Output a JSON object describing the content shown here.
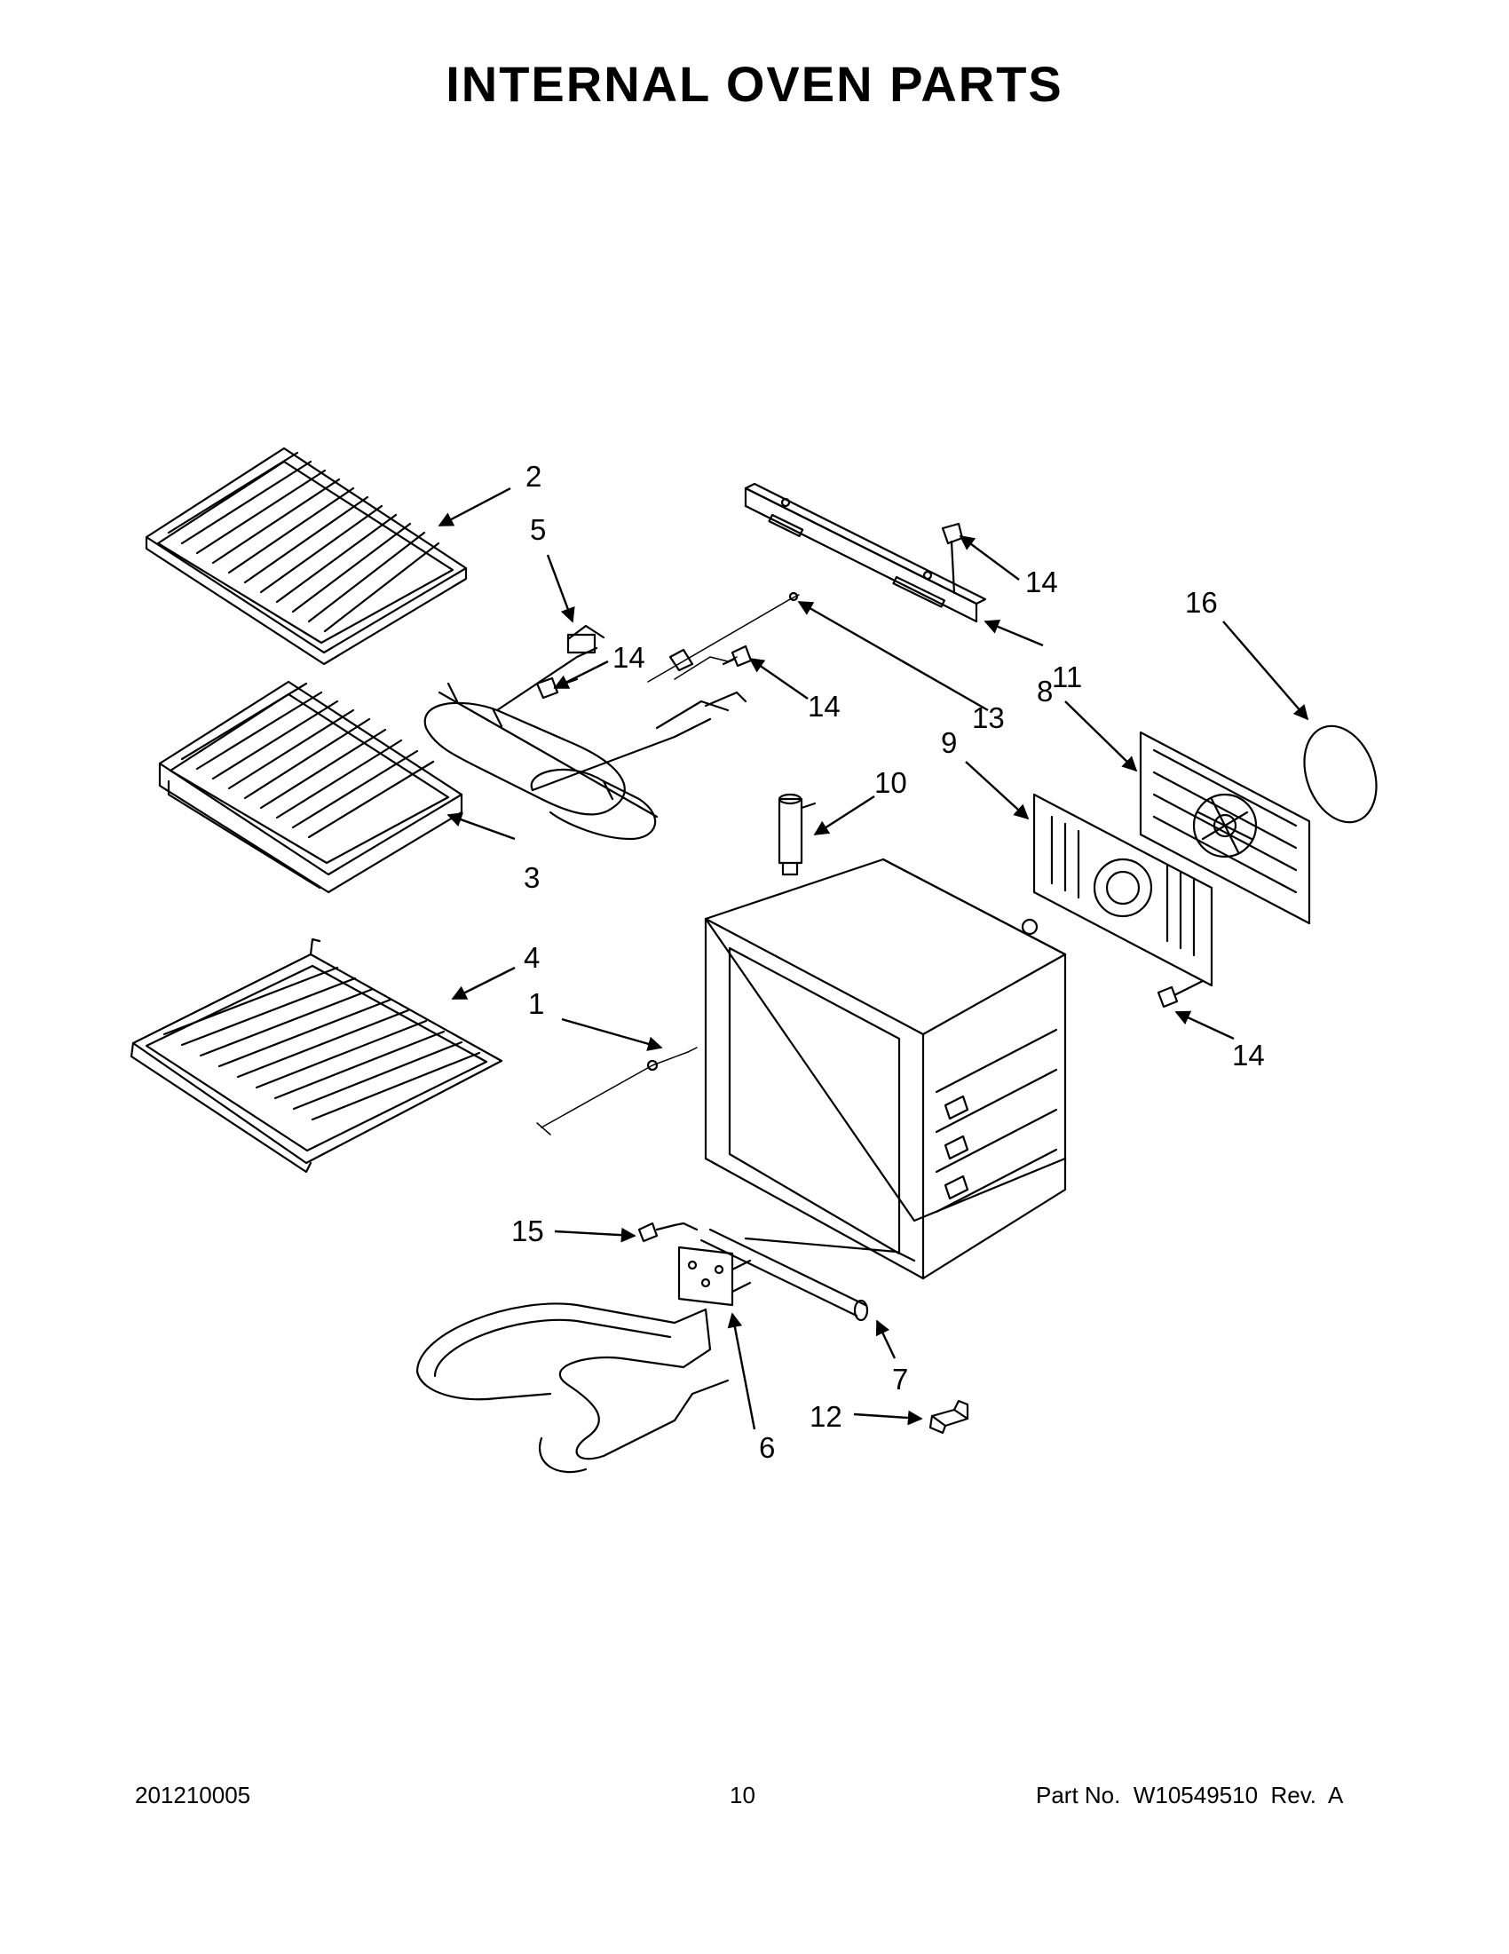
{
  "title": "INTERNAL OVEN PARTS",
  "callouts": [
    {
      "id": "c1",
      "label": "1"
    },
    {
      "id": "c2",
      "label": "2"
    },
    {
      "id": "c3",
      "label": "3"
    },
    {
      "id": "c4",
      "label": "4"
    },
    {
      "id": "c5",
      "label": "5"
    },
    {
      "id": "c6",
      "label": "6"
    },
    {
      "id": "c7",
      "label": "7"
    },
    {
      "id": "c8",
      "label": "8"
    },
    {
      "id": "c9",
      "label": "9"
    },
    {
      "id": "c10",
      "label": "10"
    },
    {
      "id": "c11",
      "label": "11"
    },
    {
      "id": "c12",
      "label": "12"
    },
    {
      "id": "c13",
      "label": "13"
    },
    {
      "id": "c14a",
      "label": "14"
    },
    {
      "id": "c14b",
      "label": "14"
    },
    {
      "id": "c14c",
      "label": "14"
    },
    {
      "id": "c14d",
      "label": "14"
    },
    {
      "id": "c15",
      "label": "15"
    },
    {
      "id": "c16",
      "label": "16"
    }
  ],
  "footer": {
    "left": "201210005",
    "center": "10",
    "right": "Part No.  W10549510  Rev.  A"
  }
}
